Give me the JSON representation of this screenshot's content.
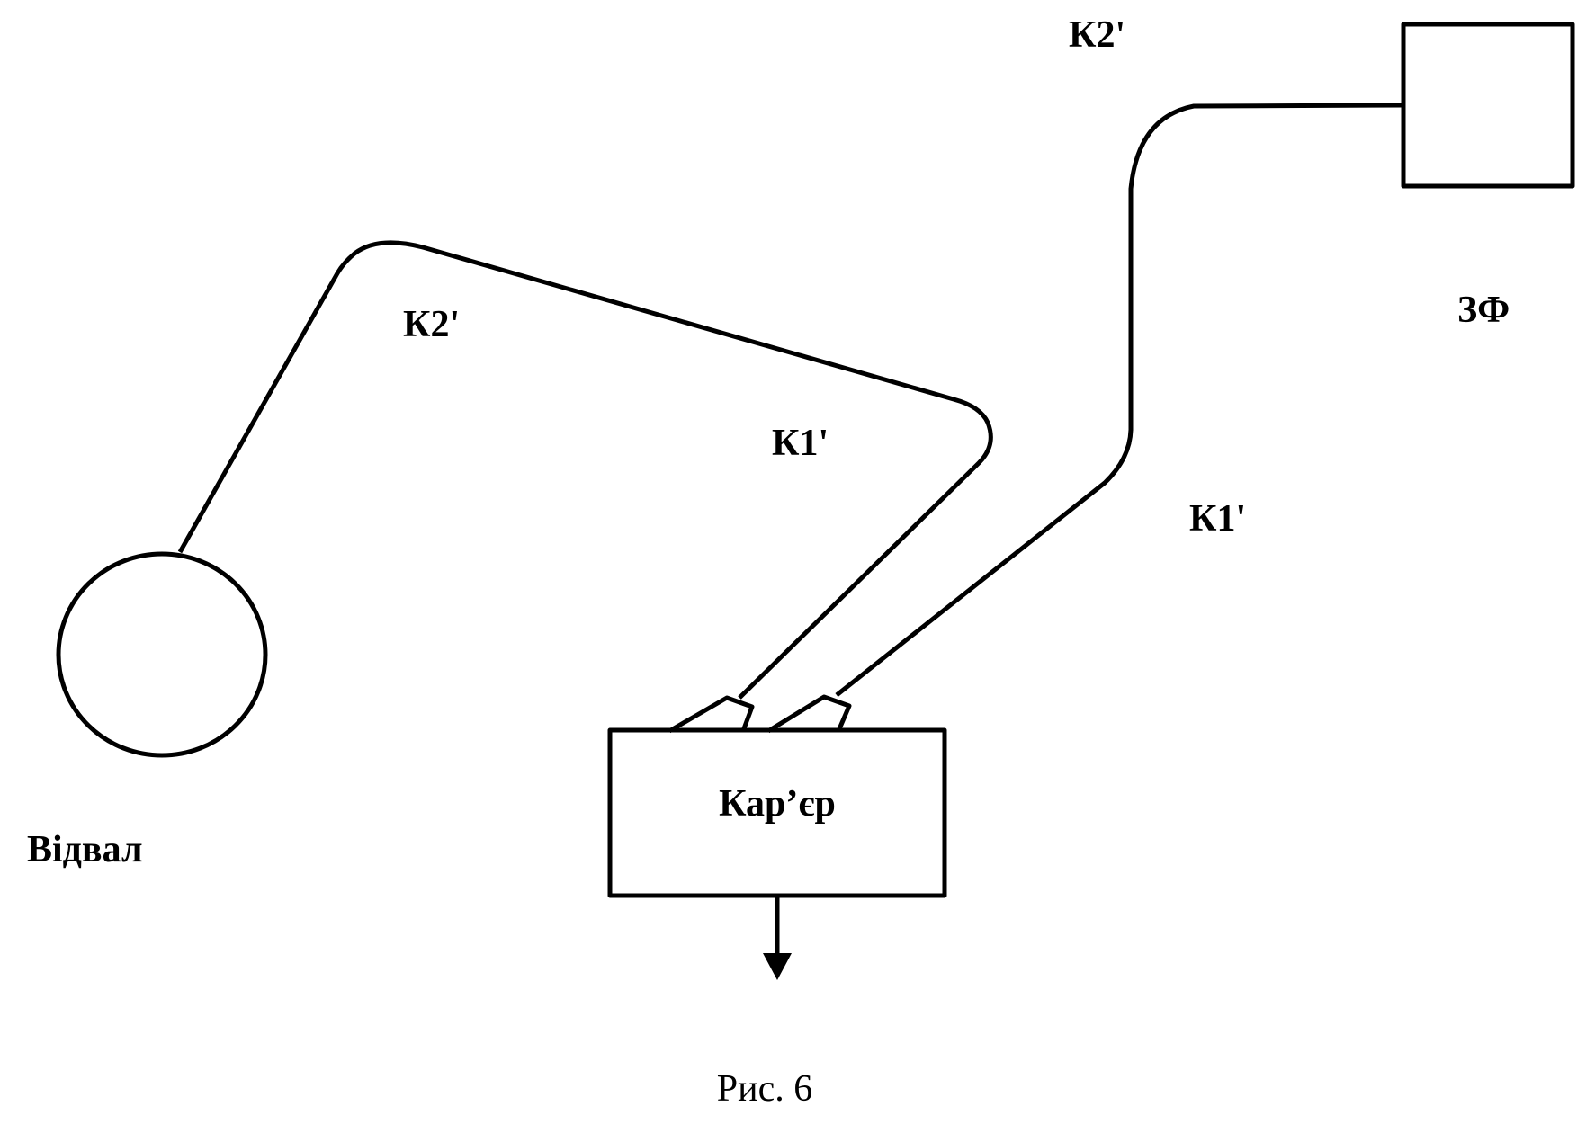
{
  "diagram": {
    "nodes": {
      "dump": {
        "label": "Відвал",
        "shape": "circle"
      },
      "quarry": {
        "label": "Кар’єр",
        "shape": "rectangle"
      },
      "plant": {
        "label": "ЗФ",
        "shape": "square"
      }
    },
    "edges": [
      {
        "from": "quarry",
        "to": "dump",
        "segments": [
          {
            "label": "К1'"
          },
          {
            "label": "К2'"
          }
        ]
      },
      {
        "from": "quarry",
        "to": "plant",
        "segments": [
          {
            "label": "К1'"
          },
          {
            "label": "К2'"
          }
        ]
      }
    ],
    "output_arrow": {
      "from": "quarry",
      "direction": "down"
    }
  },
  "caption": "Рис. 6"
}
